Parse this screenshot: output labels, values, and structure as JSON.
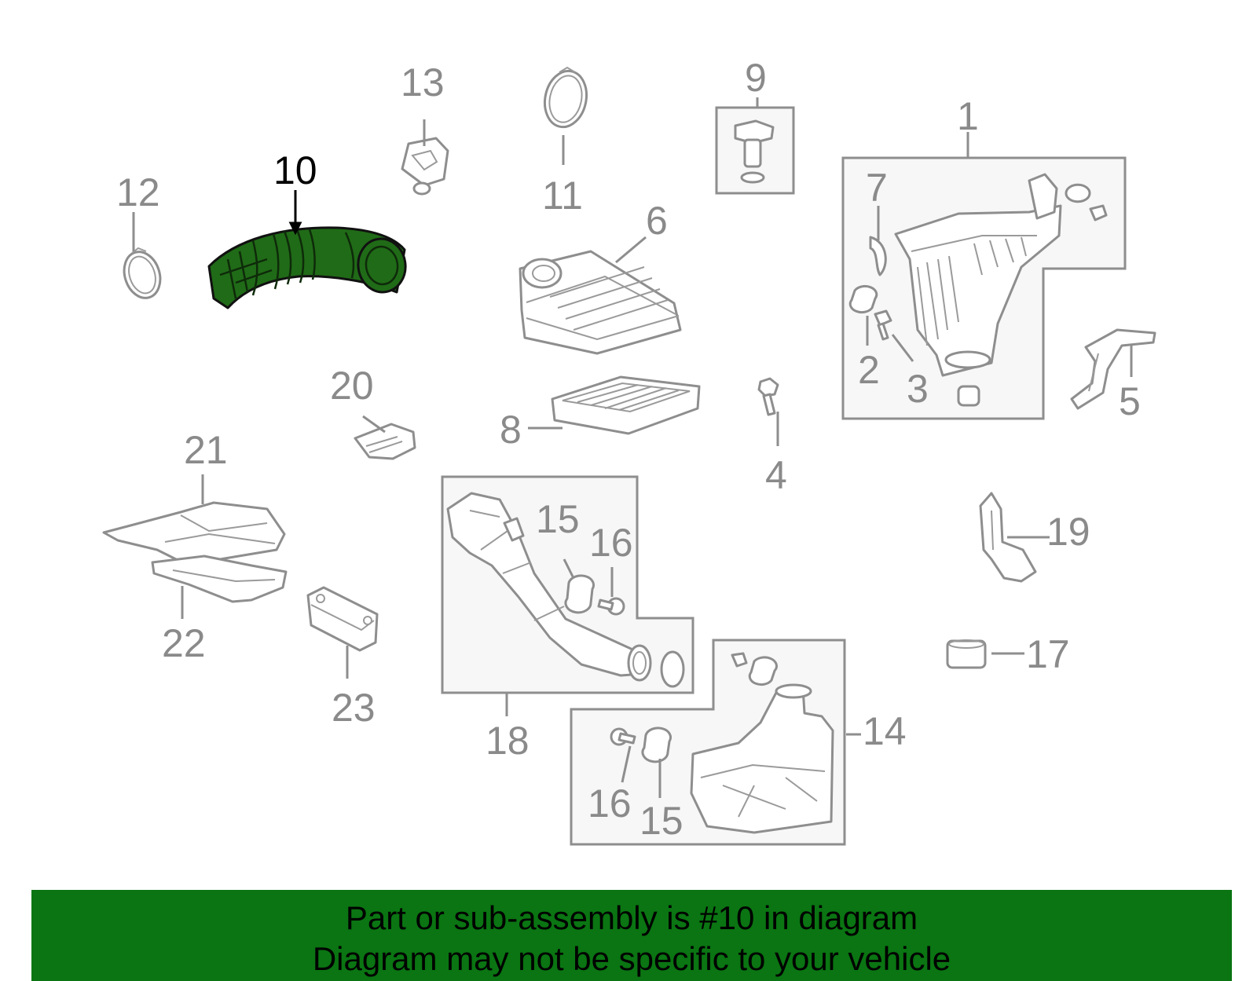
{
  "diagram": {
    "highlight_color": "#206b17",
    "banner_color": "#0a7512",
    "callouts": {
      "c1": "1",
      "c2": "2",
      "c3": "3",
      "c4": "4",
      "c5": "5",
      "c6": "6",
      "c7": "7",
      "c8": "8",
      "c9": "9",
      "c10": "10",
      "c11": "11",
      "c12": "12",
      "c13": "13",
      "c14": "14",
      "c15a": "15",
      "c15b": "15",
      "c16a": "16",
      "c16b": "16",
      "c17": "17",
      "c18": "18",
      "c19": "19",
      "c20": "20",
      "c21": "21",
      "c22": "22",
      "c23": "23"
    }
  },
  "banner": {
    "line1": "Part or sub-assembly is #10 in diagram",
    "line2": "Diagram may not be specific to your vehicle"
  }
}
